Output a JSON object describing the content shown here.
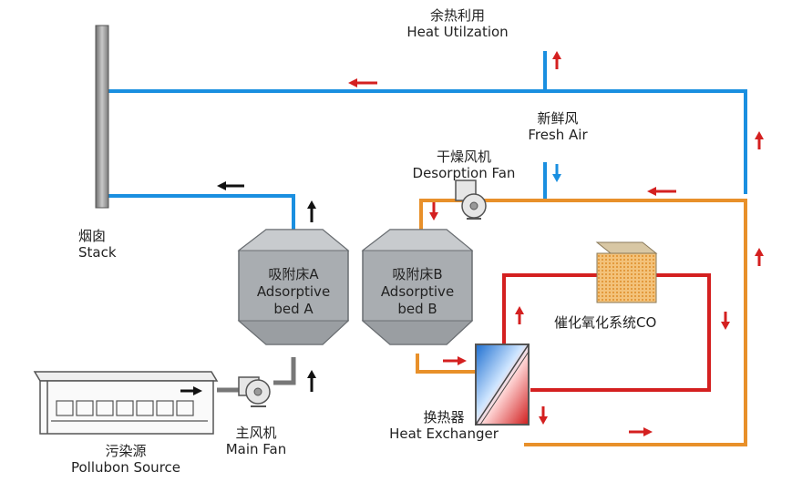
{
  "labels": {
    "heat_util_cn": "余热利用",
    "heat_util_en": "Heat Utilzation",
    "fresh_air_cn": "新鲜风",
    "fresh_air_en": "Fresh Air",
    "desorption_fan_cn": "干燥风机",
    "desorption_fan_en": "Desorption Fan",
    "stack_cn": "烟囱",
    "stack_en": "Stack",
    "bed_a_cn": "吸附床A",
    "bed_a_en1": "Adsorptive",
    "bed_a_en2": "bed A",
    "bed_b_cn": "吸附床B",
    "bed_b_en1": "Adsorptive",
    "bed_b_en2": "bed B",
    "co_system_cn": "催化氧化系统CO",
    "heat_exchanger_cn": "换热器",
    "heat_exchanger_en": "Heat Exchanger",
    "main_fan_cn": "主风机",
    "main_fan_en": "Main Fan",
    "pollution_cn": "污染源",
    "pollution_en": "Pollubon Source"
  },
  "colors": {
    "blue_pipe": "#1a8fe0",
    "orange_pipe": "#e8902a",
    "red_pipe": "#d42020",
    "gray_pipe": "#777777",
    "bed_fill": "#a9adb1",
    "bed_top": "#c8cbce"
  }
}
